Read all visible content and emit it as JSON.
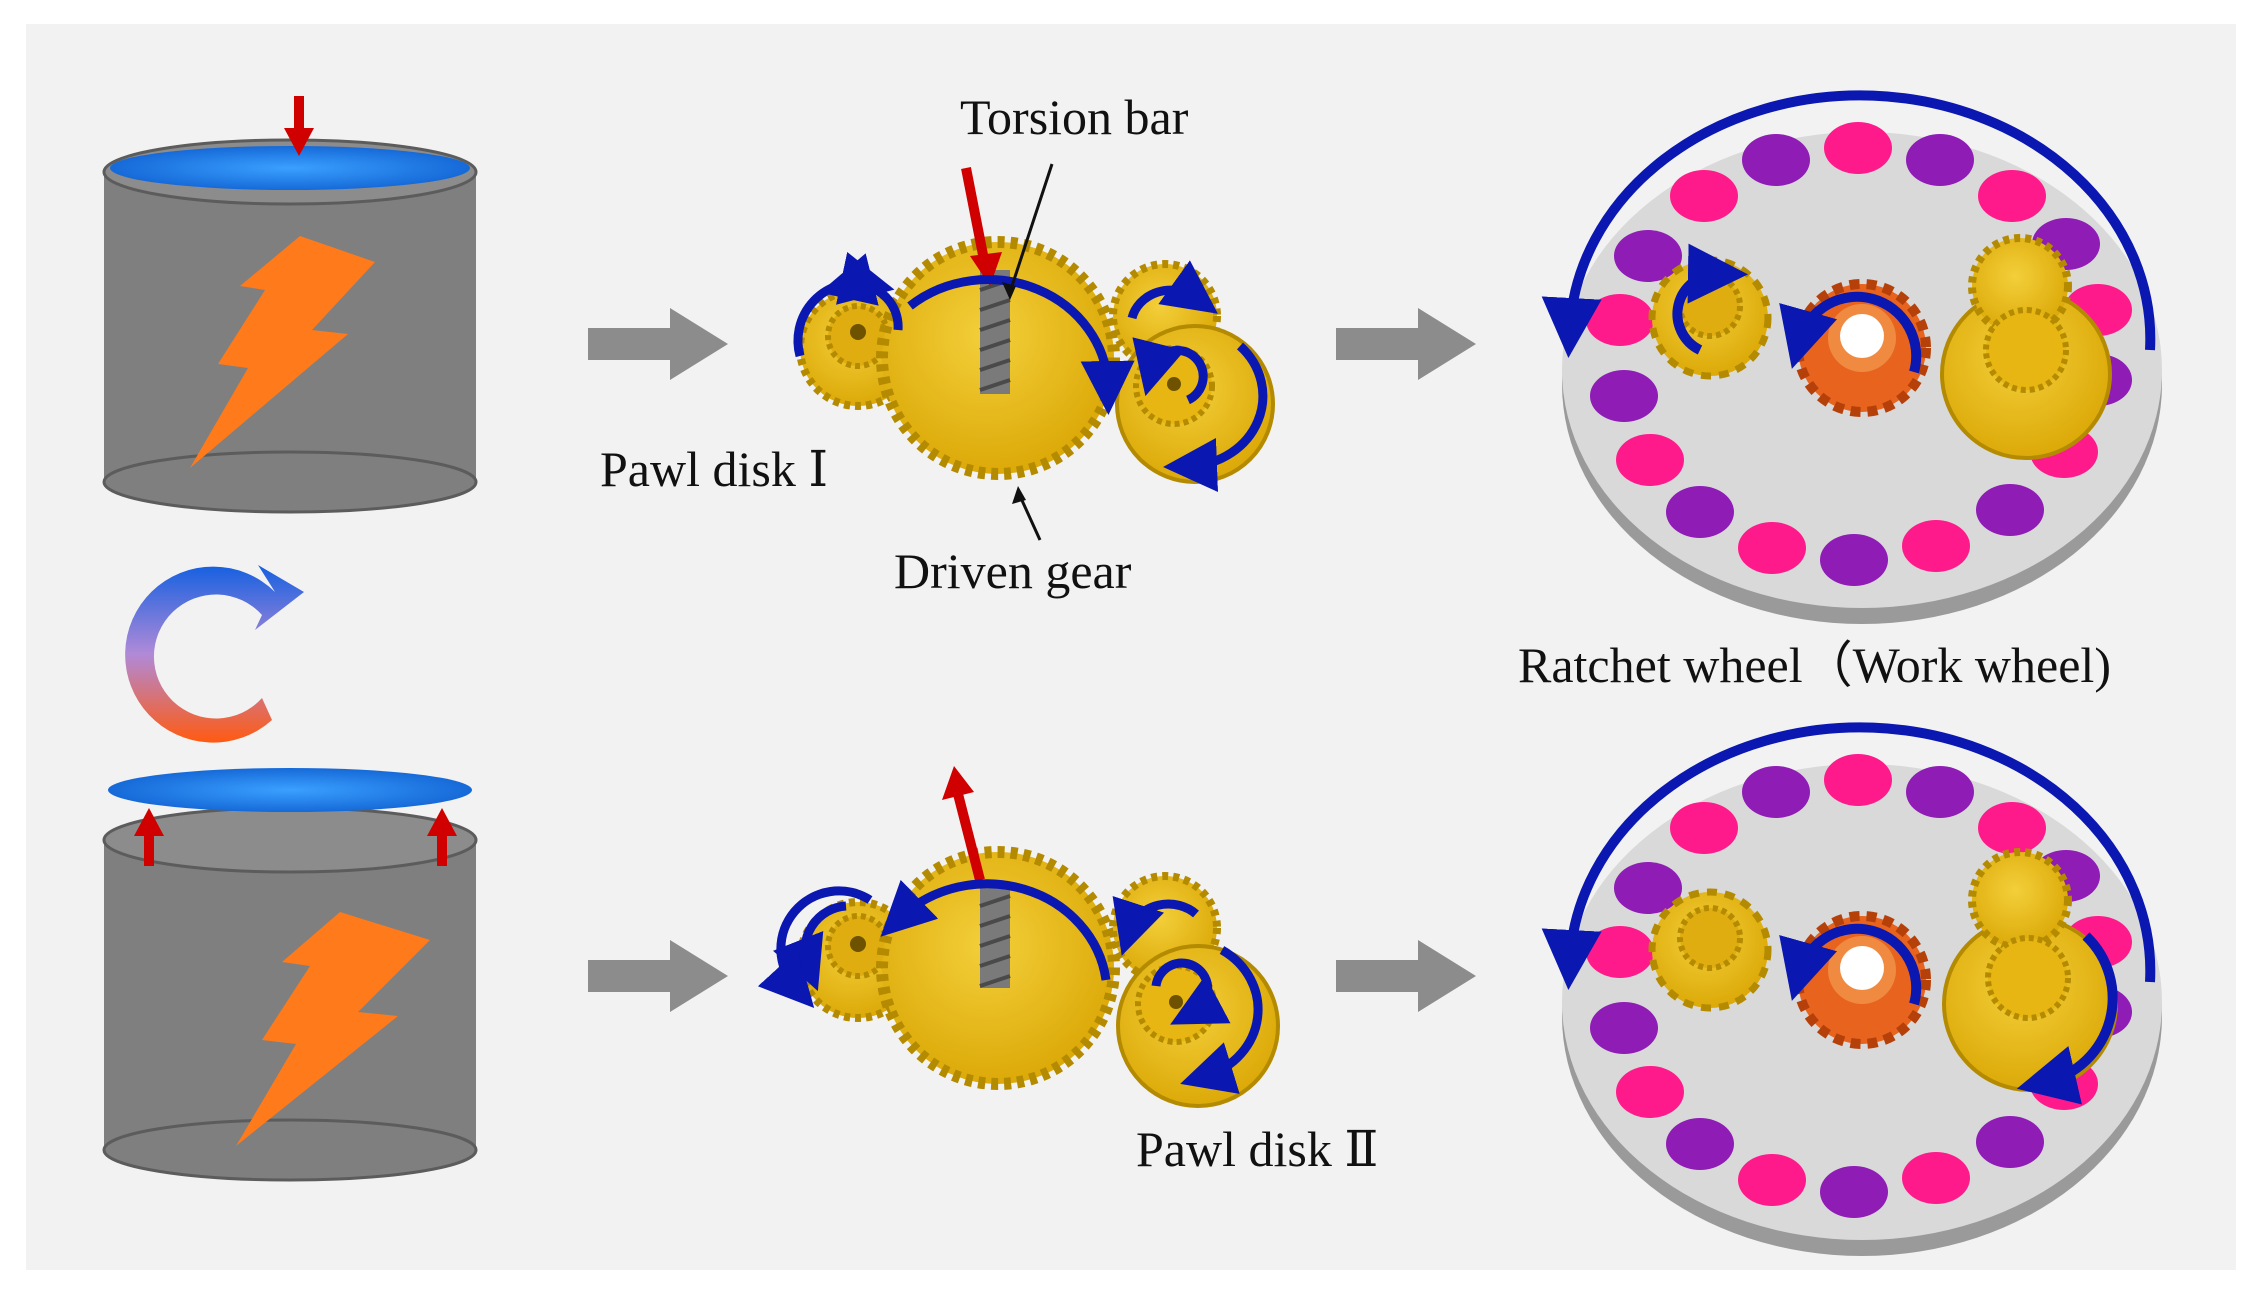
{
  "labels": {
    "torsion_bar": "Torsion bar",
    "pawl_disk_1": "Pawl disk Ⅰ",
    "driven_gear": "Driven gear",
    "ratchet_wheel": "Ratchet wheel（Work wheel)",
    "pawl_disk_2": "Pawl disk Ⅱ"
  },
  "colors": {
    "background": "#f2f2f2",
    "cylinder": "#7f7f7f",
    "lightning": "#ff7a1a",
    "water_disc": "#1f7fe8",
    "force_arrow": "#d00000",
    "rotation_arrow": "#0a17b0",
    "gear": "#e8b90e",
    "ratchet": "#e8641e",
    "magnet_pink": "#ff1a8c",
    "magnet_purple": "#8e1cb5",
    "flow_arrow": "#8c8c8c"
  },
  "icons": [
    "cycle-arrows-icon",
    "lightning-icon",
    "gear-icon",
    "ratchet-icon",
    "flow-arrow-icon"
  ]
}
